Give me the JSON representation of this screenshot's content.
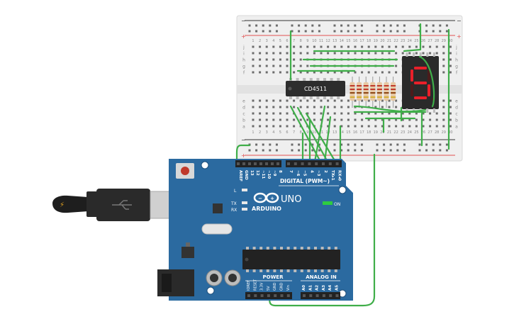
{
  "chip": {
    "label": "CD4511"
  },
  "display": {
    "digit": "5"
  },
  "breadboard": {
    "row_letters_top": [
      "j",
      "i",
      "h",
      "g",
      "f"
    ],
    "row_letters_bottom": [
      "e",
      "d",
      "c",
      "b",
      "a"
    ],
    "col_numbers": [
      "1",
      "2",
      "3",
      "4",
      "5",
      "6",
      "7",
      "8",
      "9",
      "10",
      "11",
      "12",
      "13",
      "14",
      "15",
      "16",
      "17",
      "18",
      "19",
      "20",
      "21",
      "22",
      "23",
      "24",
      "25",
      "26",
      "27",
      "28",
      "29",
      "30"
    ]
  },
  "arduino": {
    "brand": "ARDUINO",
    "model": "UNO",
    "digital_header_label": "DIGITAL (PWM~)",
    "digital_pins": [
      "AREF",
      "GND",
      "13",
      "12",
      "~11",
      "~10",
      "~9",
      "8",
      "7",
      "~6",
      "~5",
      "4",
      "~3",
      "2",
      "TX▸1",
      "RX◂0"
    ],
    "power_label": "POWER",
    "power_pins": [
      "IOREF",
      "RESET",
      "3.3V",
      "5V",
      "GND",
      "GND",
      "Vin"
    ],
    "analog_label": "ANALOG IN",
    "analog_pins": [
      "A0",
      "A1",
      "A2",
      "A3",
      "A4",
      "A5"
    ],
    "led_labels": [
      "L",
      "TX",
      "RX"
    ],
    "on_label": "ON"
  },
  "colors": {
    "board": "#2b6aa0",
    "wire": "#3fae49",
    "chip": "#2d2d2d",
    "breadboard": "#eeeeee",
    "rail_red": "#e05050",
    "segment_on": "#e8202a",
    "resistor": "#e7c9a4"
  }
}
